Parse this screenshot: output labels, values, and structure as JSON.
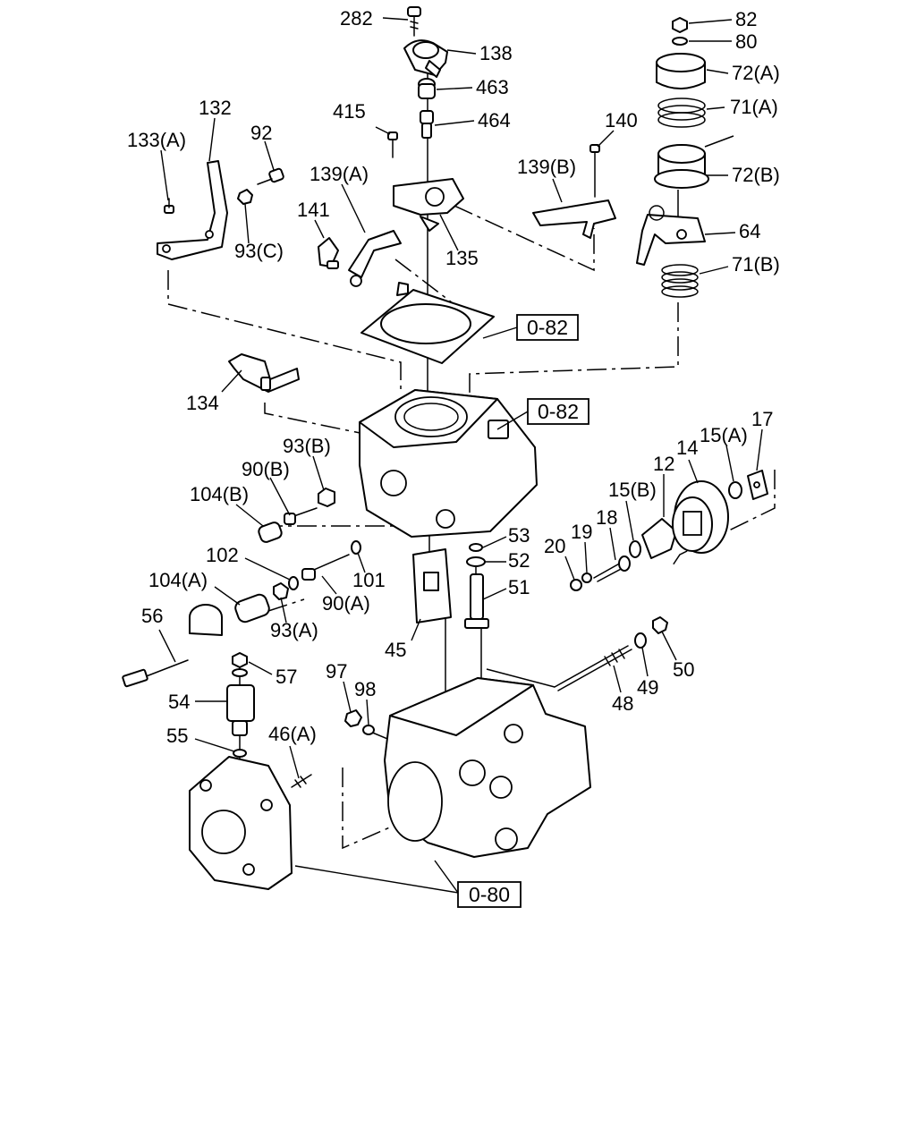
{
  "labels": {
    "l282": "282",
    "l138": "138",
    "l463": "463",
    "l464": "464",
    "l415": "415",
    "l140": "140",
    "l132": "132",
    "l133a": "133(A)",
    "l92": "92",
    "l139a": "139(A)",
    "l139b": "139(B)",
    "l141": "141",
    "l93c": "93(C)",
    "l135": "135",
    "l82": "82",
    "l80": "80",
    "l72a": "72(A)",
    "l71a": "71(A)",
    "l72b": "72(B)",
    "l64": "64",
    "l71b": "71(B)",
    "l134": "134",
    "l93b": "93(B)",
    "l90b": "90(B)",
    "l104b": "104(B)",
    "l102": "102",
    "l101": "101",
    "l104a": "104(A)",
    "l90a": "90(A)",
    "l93a": "93(A)",
    "l56": "56",
    "l57": "57",
    "l54": "54",
    "l55": "55",
    "l46a": "46(A)",
    "l97": "97",
    "l98": "98",
    "l45": "45",
    "l53": "53",
    "l52": "52",
    "l51": "51",
    "l48": "48",
    "l49": "49",
    "l50": "50",
    "l20": "20",
    "l19": "19",
    "l18": "18",
    "l15b": "15(B)",
    "l12": "12",
    "l14": "14",
    "l15a": "15(A)",
    "l17": "17"
  },
  "references": {
    "ref_cover": "0-82",
    "ref_housing": "0-82",
    "ref_body": "0-80"
  }
}
